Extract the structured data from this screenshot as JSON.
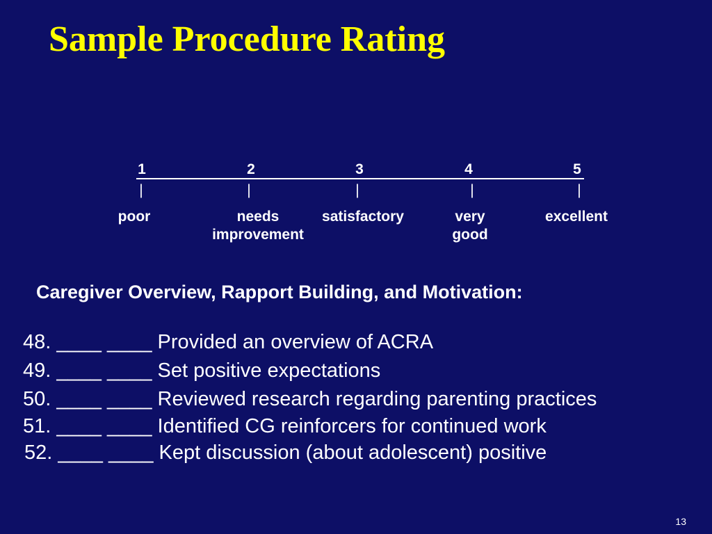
{
  "slide": {
    "title": "Sample Procedure Rating",
    "page_number": "13",
    "colors": {
      "background": "#0d0f66",
      "title": "#ffff00",
      "text": "#ffffff"
    }
  },
  "scale": {
    "points": [
      {
        "number": "1",
        "tick": "|",
        "label": "poor"
      },
      {
        "number": "2",
        "tick": "|",
        "label": "needs\nimprovement"
      },
      {
        "number": "3",
        "tick": "|",
        "label": "satisfactory"
      },
      {
        "number": "4",
        "tick": "|",
        "label": "very\ngood"
      },
      {
        "number": "5",
        "tick": "|",
        "label": "excellent"
      }
    ]
  },
  "section": {
    "heading": "Caregiver Overview, Rapport Building, and Motivation:"
  },
  "items": [
    {
      "text": "48. ____  ____ Provided an overview of ACRA"
    },
    {
      "text": "49. ____  ____ Set positive expectations"
    },
    {
      "text": "50. ____  ____ Reviewed research regarding parenting practices"
    },
    {
      "text": "51. ____  ____ Identified CG reinforcers for continued work"
    },
    {
      "text": "52. ____  ____ Kept discussion (about adolescent) positive"
    }
  ]
}
